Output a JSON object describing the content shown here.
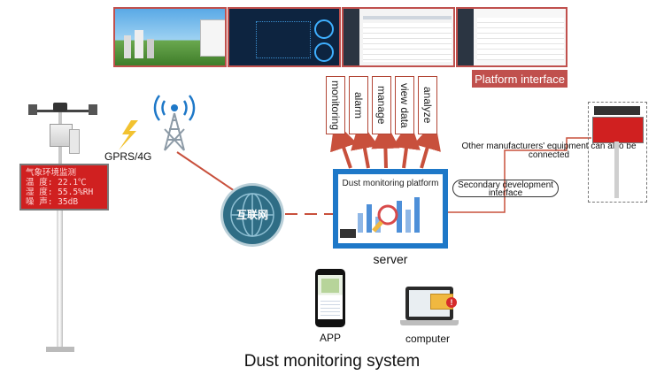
{
  "platform_interface_label": "Platform interface",
  "functions": [
    {
      "label": "monitoring"
    },
    {
      "label": "alarm"
    },
    {
      "label": "manage"
    },
    {
      "label": "view data"
    },
    {
      "label": "analyze"
    }
  ],
  "signal_label": "GPRS/4G",
  "internet_label": "互联网",
  "server": {
    "panel_title": "Dust monitoring platform",
    "label": "server"
  },
  "other_equipment_label": "Other manufacturers' equipment can also be connected",
  "secondary_dev_label": "Secondary development interface",
  "station_display": {
    "line1": "气象环境监测",
    "line2": "温  度: 22.1℃",
    "line3": "湿  度: 55.5%RH",
    "line4": "噪  声: 35dB"
  },
  "app_label": "APP",
  "computer_label": "computer",
  "title": "Dust monitoring system",
  "colors": {
    "accent_red": "#c0504d",
    "connector_red": "#c8503c",
    "globe_teal": "#2f6d85",
    "server_blue": "#1e78c8",
    "sign_red": "#d02020"
  }
}
